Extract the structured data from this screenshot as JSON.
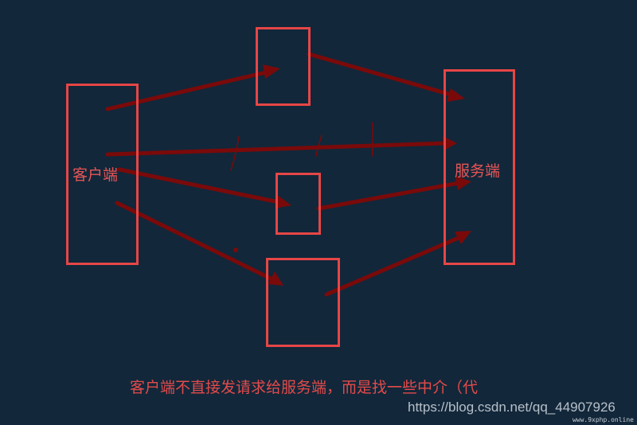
{
  "colors": {
    "background": "#12273a",
    "box_border": "#e64646",
    "arrow": "#7a0a0a",
    "text": "#e85555"
  },
  "nodes": {
    "client": "客户端",
    "server": "服务端"
  },
  "caption": "客户端不直接发请求给服务端，而是找一些中介（代",
  "watermark": "https://blog.csdn.net/qq_44907926",
  "stamp": "www.9xphp.online"
}
